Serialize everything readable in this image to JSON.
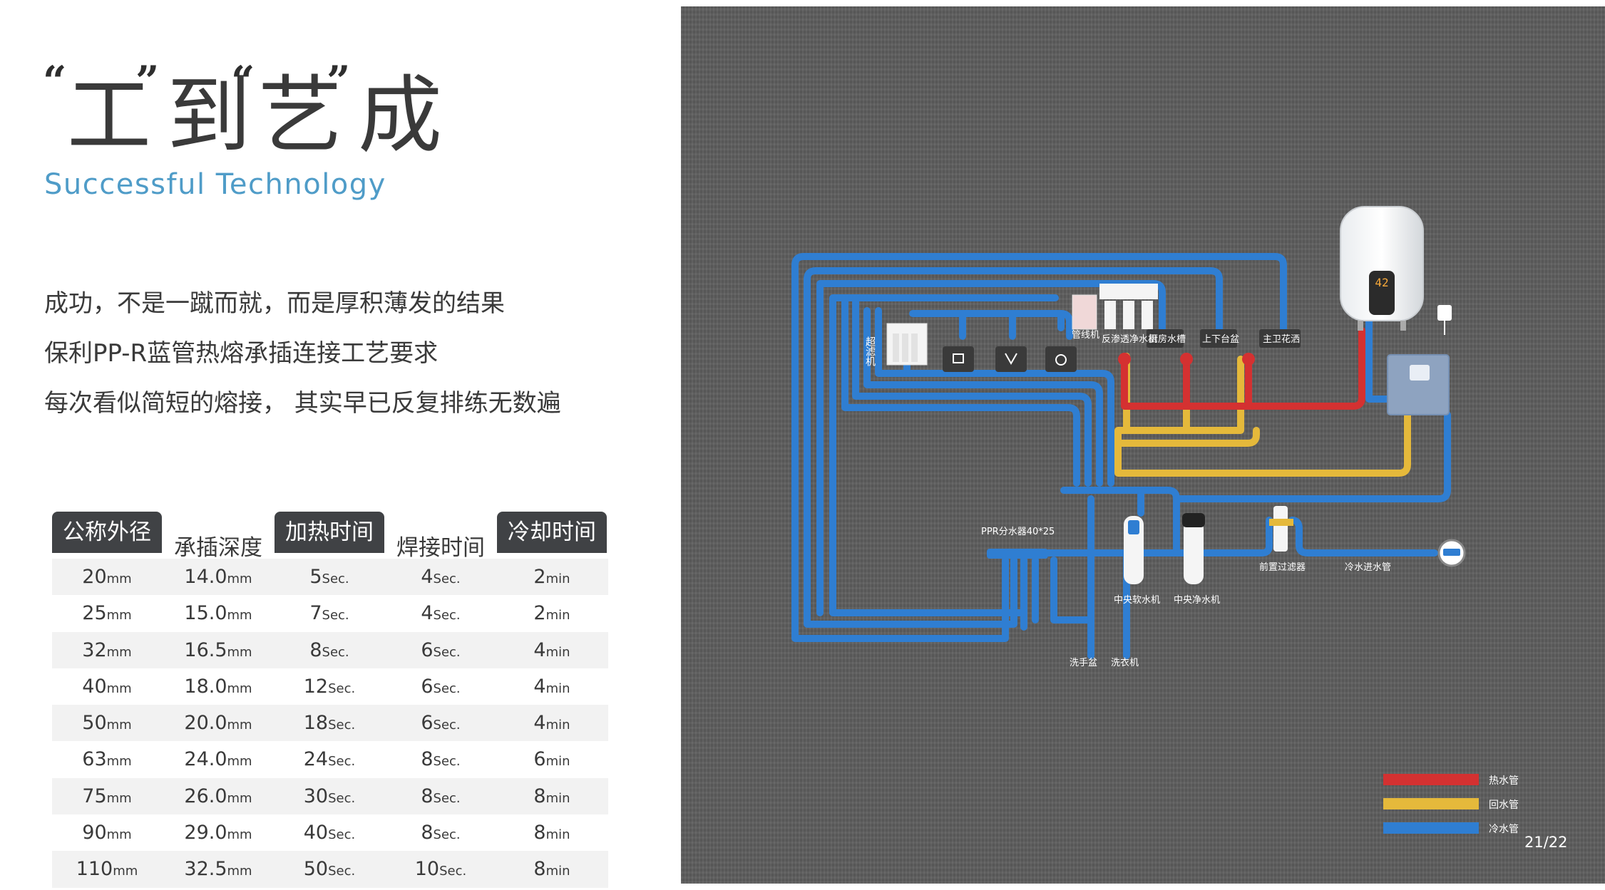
{
  "title": {
    "chars": [
      "工",
      "到",
      "艺",
      "成"
    ],
    "quote_open": "“",
    "quote_close": "”"
  },
  "subtitle": "Successful Technology",
  "intro_lines": [
    "成功，不是一蹴而就，而是厚积薄发的结果",
    "保利PP-R蓝管热熔承插连接工艺要求",
    "每次看似简短的熔接， 其实早已反复排练无数遍"
  ],
  "table": {
    "headers": [
      "公称外径",
      "承插深度",
      "加热时间",
      "焊接时间",
      "冷却时间"
    ],
    "rows": [
      [
        [
          "20",
          "mm"
        ],
        [
          "14.0",
          "mm"
        ],
        [
          "5",
          "Sec."
        ],
        [
          "4",
          "Sec."
        ],
        [
          "2",
          "min"
        ]
      ],
      [
        [
          "25",
          "mm"
        ],
        [
          "15.0",
          "mm"
        ],
        [
          "7",
          "Sec."
        ],
        [
          "4",
          "Sec."
        ],
        [
          "2",
          "min"
        ]
      ],
      [
        [
          "32",
          "mm"
        ],
        [
          "16.5",
          "mm"
        ],
        [
          "8",
          "Sec."
        ],
        [
          "6",
          "Sec."
        ],
        [
          "4",
          "min"
        ]
      ],
      [
        [
          "40",
          "mm"
        ],
        [
          "18.0",
          "mm"
        ],
        [
          "12",
          "Sec."
        ],
        [
          "6",
          "Sec."
        ],
        [
          "4",
          "min"
        ]
      ],
      [
        [
          "50",
          "mm"
        ],
        [
          "20.0",
          "mm"
        ],
        [
          "18",
          "Sec."
        ],
        [
          "6",
          "Sec."
        ],
        [
          "4",
          "min"
        ]
      ],
      [
        [
          "63",
          "mm"
        ],
        [
          "24.0",
          "mm"
        ],
        [
          "24",
          "Sec."
        ],
        [
          "8",
          "Sec."
        ],
        [
          "6",
          "min"
        ]
      ],
      [
        [
          "75",
          "mm"
        ],
        [
          "26.0",
          "mm"
        ],
        [
          "30",
          "Sec."
        ],
        [
          "8",
          "Sec."
        ],
        [
          "8",
          "min"
        ]
      ],
      [
        [
          "90",
          "mm"
        ],
        [
          "29.0",
          "mm"
        ],
        [
          "40",
          "Sec."
        ],
        [
          "8",
          "Sec."
        ],
        [
          "8",
          "min"
        ]
      ],
      [
        [
          "110",
          "mm"
        ],
        [
          "32.5",
          "mm"
        ],
        [
          "50",
          "Sec."
        ],
        [
          "10",
          "Sec."
        ],
        [
          "8",
          "min"
        ]
      ]
    ]
  },
  "diagram": {
    "labels": {
      "purifier_side": "超滤机",
      "dispenser": "管线机",
      "ro_purifier": "反渗透净水机",
      "kitchen_faucet": "厨房水槽",
      "basin_faucet": "上下台盆",
      "shower": "主卫花洒",
      "manifold": "PPR分水器40*25",
      "softener": "中央软水机",
      "central_purifier": "中央净水机",
      "prefilter": "前置过滤器",
      "cold_inlet": "冷水进水管",
      "washbasin": "洗手盆",
      "washer": "洗衣机",
      "heater_display": "42"
    },
    "legend": [
      {
        "label": "热水管",
        "color": "#d43131"
      },
      {
        "label": "回水管",
        "color": "#e5b93b"
      },
      {
        "label": "冷水管",
        "color": "#2f7ed2"
      }
    ],
    "colors": {
      "hot": "#d43131",
      "return": "#e5b93b",
      "cold": "#2f7ed2",
      "panel": "#5d5d5d"
    }
  },
  "page_number": "21/22"
}
